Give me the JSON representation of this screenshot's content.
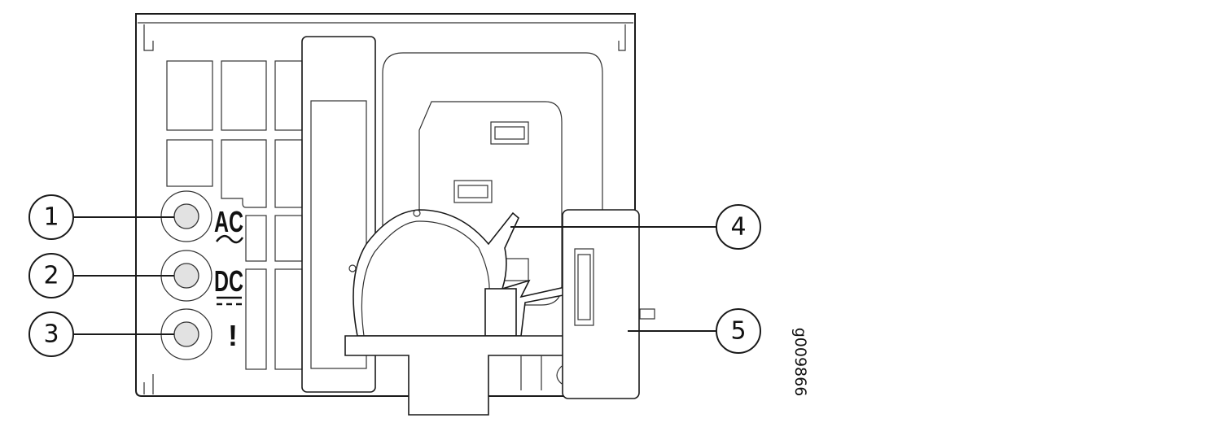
{
  "diagram": {
    "figure_id": "g009866",
    "led_labels": {
      "ac": "AC",
      "dc": "DC",
      "fault": "!"
    },
    "callouts": [
      "1",
      "2",
      "3",
      "4",
      "5"
    ],
    "colors": {
      "led_fill": "#e2e2e2",
      "line": "#1a1a1a"
    }
  }
}
